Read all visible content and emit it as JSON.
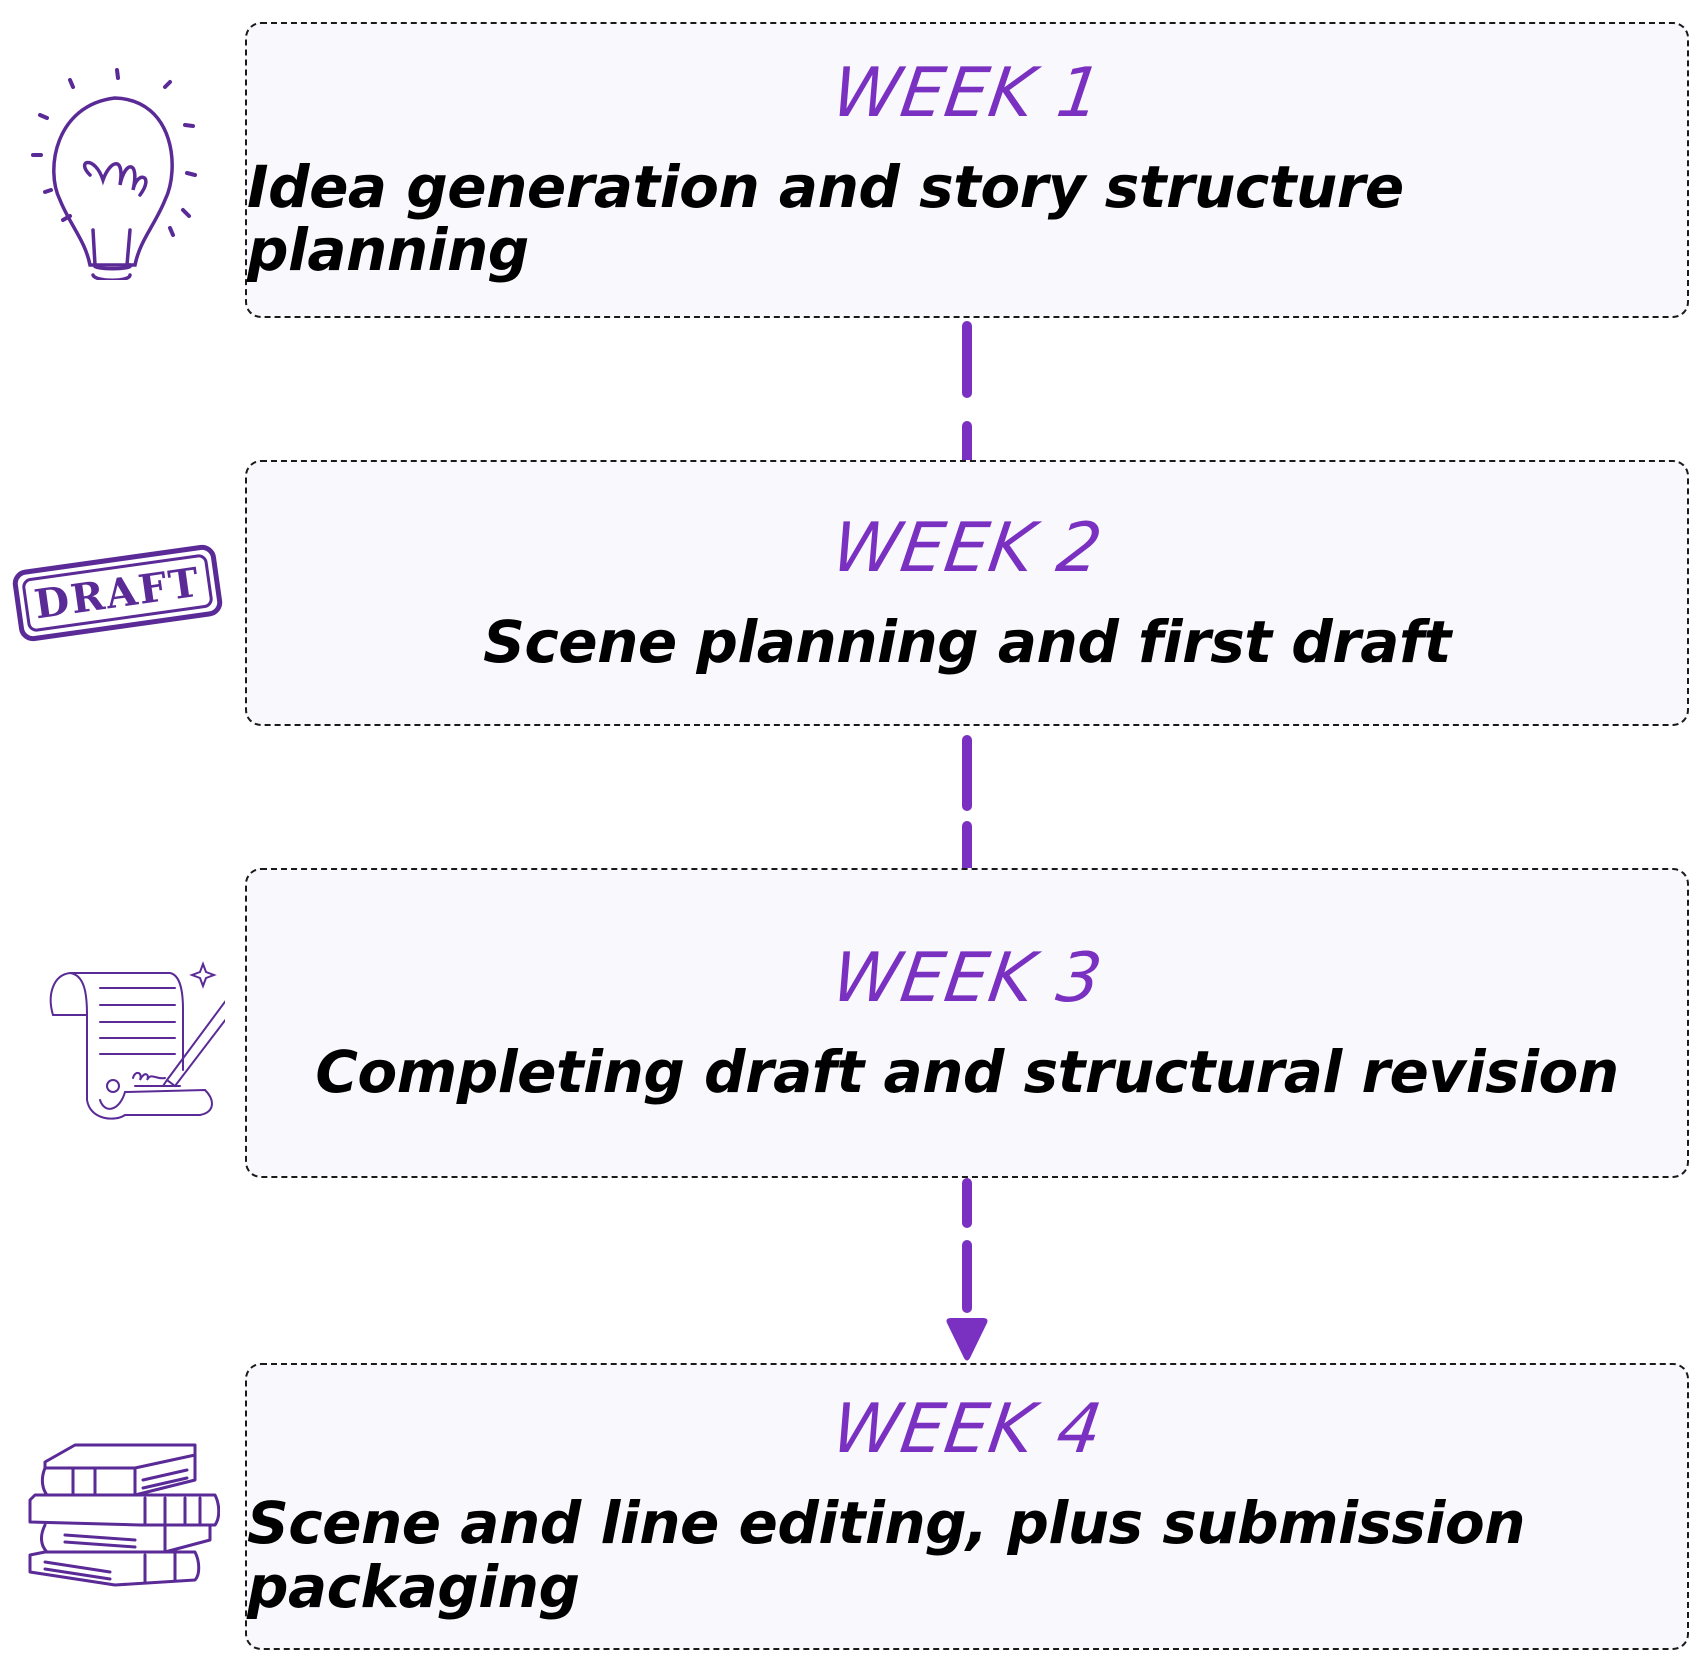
{
  "title": "Four-week writing plan",
  "accent_color": "#7a30c0",
  "steps": [
    {
      "week": "WEEK 1",
      "description": "Idea generation and story structure planning",
      "icon": "lightbulb-icon"
    },
    {
      "week": "WEEK 2",
      "description": "Scene planning and first draft",
      "icon": "draft-stamp-icon",
      "stamp_text": "DRAFT"
    },
    {
      "week": "WEEK 3",
      "description": "Completing draft and structural revision",
      "icon": "scroll-pen-icon"
    },
    {
      "week": "WEEK 4",
      "description": "Scene and line editing, plus submission packaging",
      "icon": "books-stack-icon"
    }
  ]
}
